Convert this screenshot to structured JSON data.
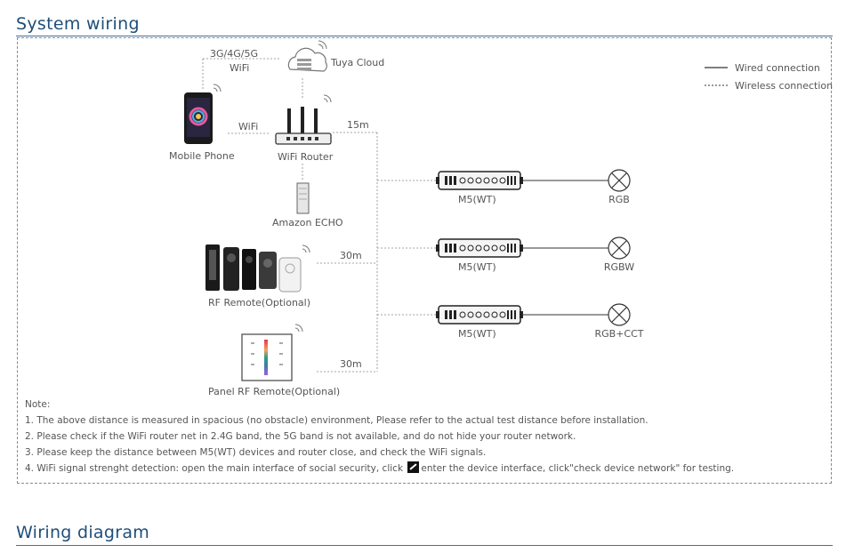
{
  "sections": {
    "system_wiring": "System wiring",
    "wiring_diagram": "Wiring diagram"
  },
  "legend": {
    "wired": "Wired connection",
    "wireless": "Wireless connection"
  },
  "devices": {
    "network": "3G/4G/5G",
    "network_wifi": "WiFi",
    "cloud": "Tuya Cloud",
    "phone": "Mobile Phone",
    "phone_link": "WiFi",
    "router": "WiFi Router",
    "echo": "Amazon ECHO",
    "rf_remote": "RF Remote(Optional)",
    "panel_remote": "Panel RF Remote(Optional)"
  },
  "distances": {
    "router": "15m",
    "rf_remote": "30m",
    "panel": "30m"
  },
  "controllers": [
    {
      "name": "M5(WT)",
      "load": "RGB"
    },
    {
      "name": "M5(WT)",
      "load": "RGBW"
    },
    {
      "name": "M5(WT)",
      "load": "RGB+CCT"
    }
  ],
  "notes": {
    "heading": "Note:",
    "items": [
      "1. The above distance is measured in spacious (no obstacle) environment,  Please refer to the actual test distance before installation.",
      "2. Please check if the WiFi router net in 2.4G band, the 5G band is not available, and do not hide your router network.",
      "3. Please keep the distance between M5(WT) devices and router close, and check the WiFi signals."
    ],
    "item4_before": "4. WiFi signal strenght detection: open the main interface of social security, click ",
    "item4_after": "enter the device interface, click\"check device network\" for testing."
  },
  "colors": {
    "title": "#1f4e79",
    "rule": "#4a6f93",
    "line": "#8a8a8a"
  }
}
